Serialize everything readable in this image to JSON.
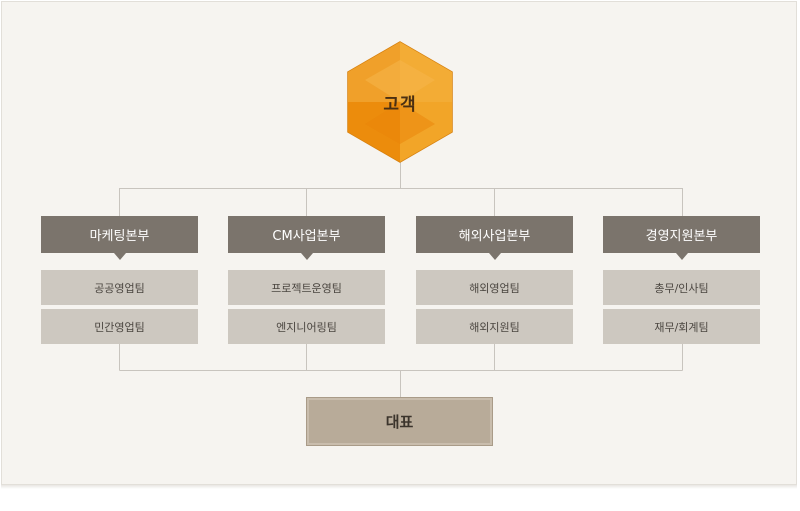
{
  "customer": {
    "label": "고객"
  },
  "departments": [
    {
      "label": "마케팅본부",
      "teams": [
        "공공영업팀",
        "민간영업팀"
      ]
    },
    {
      "label": "CM사업본부",
      "teams": [
        "프로젝트운영팀",
        "엔지니어링팀"
      ]
    },
    {
      "label": "해외사업본부",
      "teams": [
        "해외영업팀",
        "해외지원팀"
      ]
    },
    {
      "label": "경영지원본부",
      "teams": [
        "총무/인사팀",
        "재무/회계팀"
      ]
    }
  ],
  "ceo": {
    "label": "대표"
  },
  "colors": {
    "hex_light": "#f5b83a",
    "hex_dark": "#ee8a0a",
    "dept_bg": "#7b746c",
    "team_bg": "#cdc8c0",
    "ceo_bg": "#b8ab99",
    "line": "#c8c4be"
  }
}
